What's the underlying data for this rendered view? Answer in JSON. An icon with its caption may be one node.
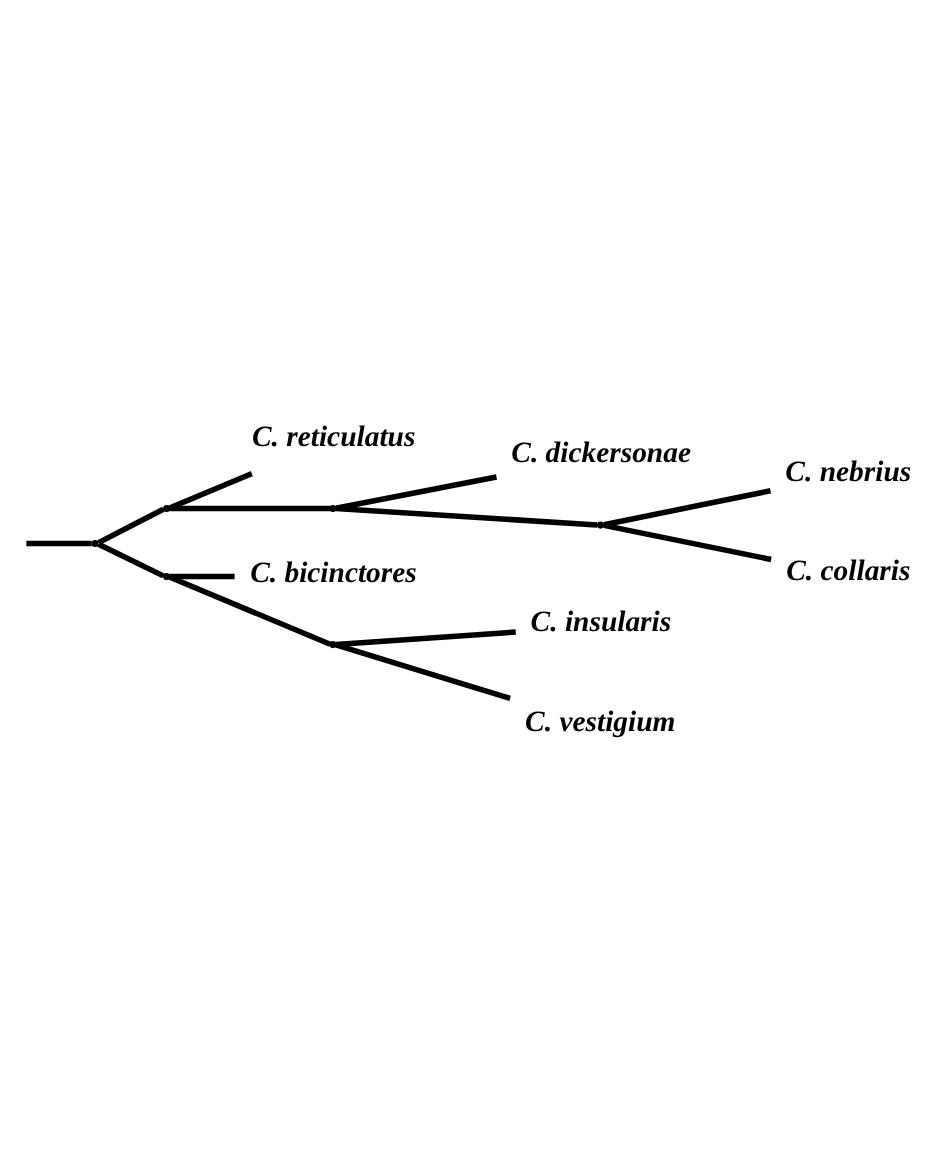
{
  "diagram": {
    "nodes": [
      {
        "text": [
          "C. insularis"
        ]
      },
      {
        "text": [
          "C. vestigium"
        ]
      },
      {
        "text": [
          "C. bicinctores"
        ]
      },
      {
        "text": [
          "C. reticulatus"
        ]
      },
      {
        "text": [
          "C. dickersonae"
        ]
      },
      {
        "text": [
          "C. nebrius"
        ]
      },
      {
        "text": [
          "C. collaris"
        ]
      },
      {
        "text": [],
        "shape": "point"
      },
      {
        "text": [],
        "shape": "point"
      },
      {
        "text": [],
        "shape": "point"
      },
      {
        "text": [],
        "shape": "point"
      },
      {
        "text": [],
        "shape": "point"
      },
      {
        "text": [],
        "shape": "point"
      }
    ],
    "edges": [
      {
        "from": null,
        "to": 7,
        "arrow": "none"
      },
      {
        "from": 7,
        "to": 10,
        "arrow": "none"
      },
      {
        "from": 7,
        "to": 8,
        "arrow": "none"
      },
      {
        "from": 10,
        "to": 12,
        "arrow": "none"
      },
      {
        "from": 10,
        "to": 2,
        "arrow": "none"
      },
      {
        "from": 12,
        "to": 0,
        "arrow": "none"
      },
      {
        "from": 12,
        "to": 1,
        "arrow": "none"
      },
      {
        "from": 8,
        "to": 3,
        "arrow": "none"
      },
      {
        "from": 8,
        "to": 9,
        "arrow": "none"
      },
      {
        "from": 9,
        "to": 4,
        "arrow": "none"
      },
      {
        "from": 9,
        "to": 11,
        "arrow": "none"
      },
      {
        "from": 11,
        "to": 5,
        "arrow": "none"
      },
      {
        "from": 11,
        "to": 6,
        "arrow": "none"
      }
    ]
  }
}
